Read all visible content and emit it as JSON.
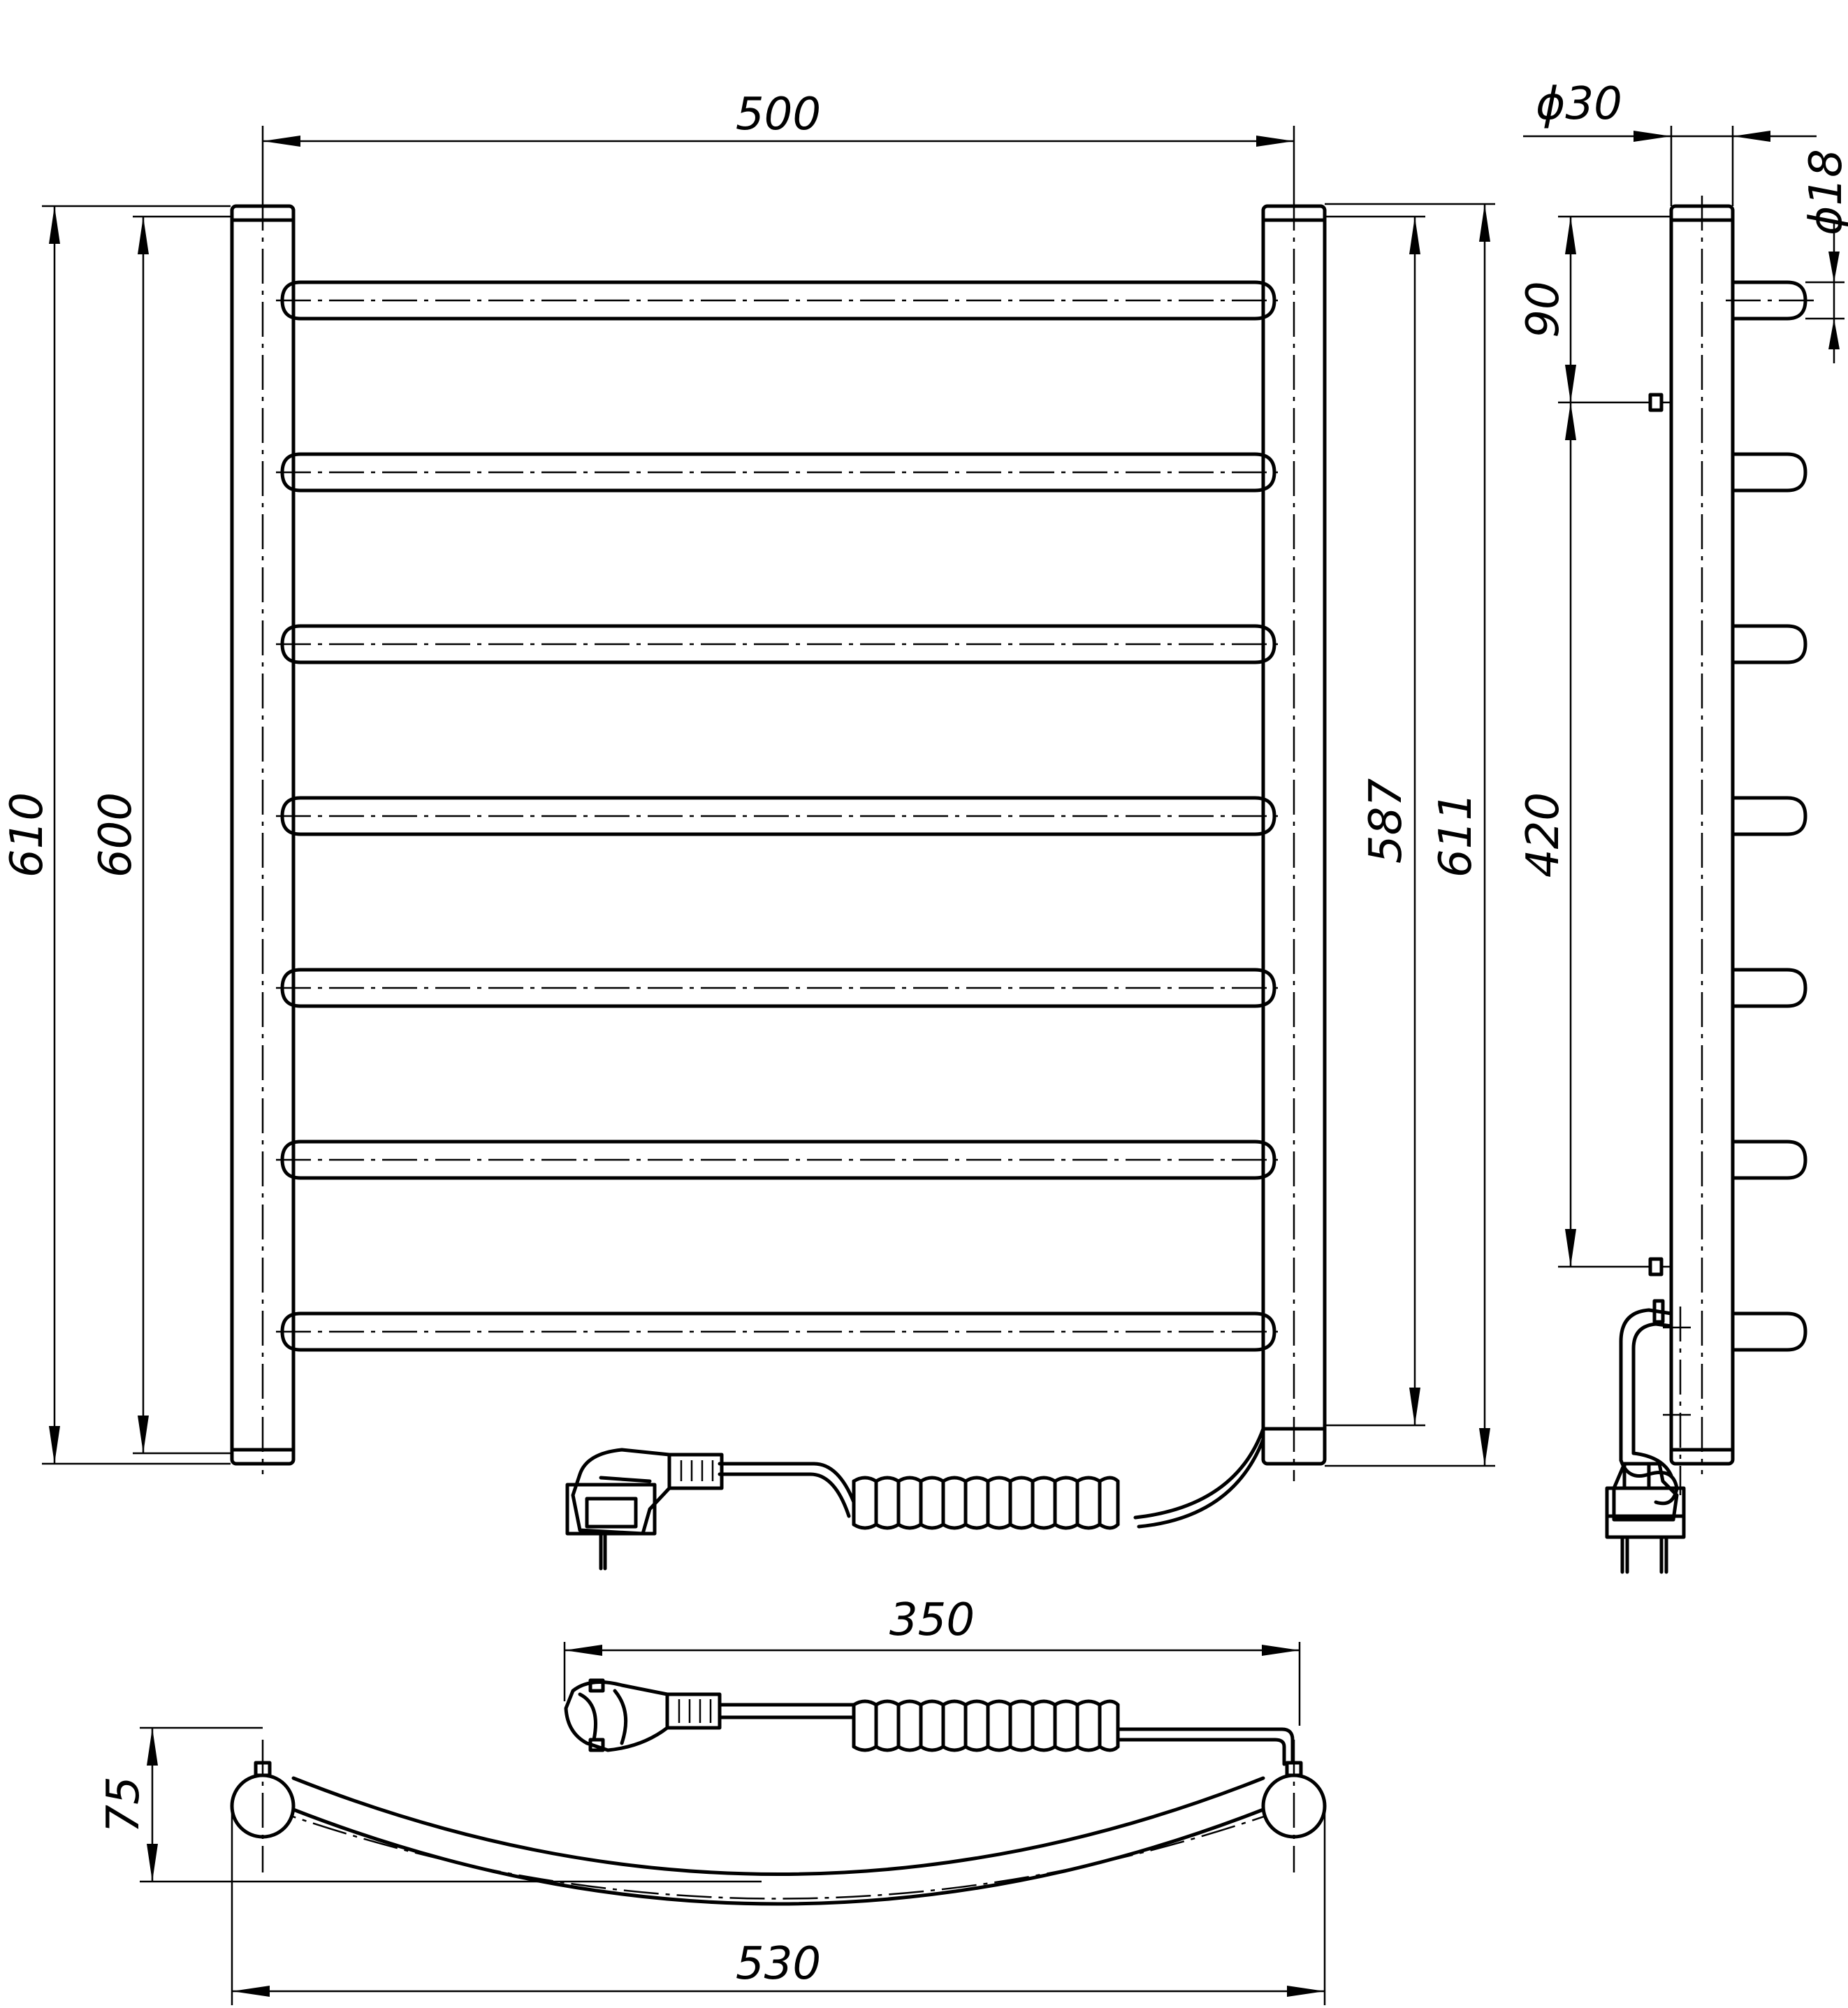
{
  "dimensions": {
    "width_500": "500",
    "height_610": "610",
    "height_600": "600",
    "height_587": "587",
    "height_611": "611",
    "diameter_30": "ϕ30",
    "diameter_18": "ϕ18",
    "spacing_90": "90",
    "spacing_420": "420",
    "cable_350": "350",
    "depth_75": "75",
    "width_530": "530"
  },
  "colors": {
    "stroke": "#000000",
    "background": "#ffffff"
  }
}
